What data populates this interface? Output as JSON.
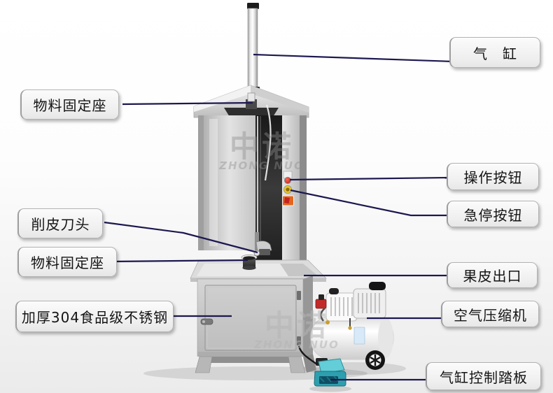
{
  "watermark": {
    "cn": "中诺",
    "en": "ZHONG NUO"
  },
  "colors": {
    "callout_line": "#1c1850",
    "label_background": "#f2f2f2",
    "label_border": "#b2b2b2",
    "operation_button": "#d42315",
    "emergency_button": "#e6c21c",
    "pedal": "#3fb3c2"
  },
  "labels": {
    "air_cylinder": "气　缸",
    "material_holder_top": "物料固定座",
    "operation_button": "操作按钮",
    "emergency_stop_button": "急停按钮",
    "peeling_blade": "削皮刀头",
    "material_holder_bottom": "物料固定座",
    "peel_outlet": "果皮出口",
    "stainless_steel": "加厚304食品级不锈钢",
    "air_compressor": "空气压缩机",
    "pedal": "气缸控制踏板"
  }
}
